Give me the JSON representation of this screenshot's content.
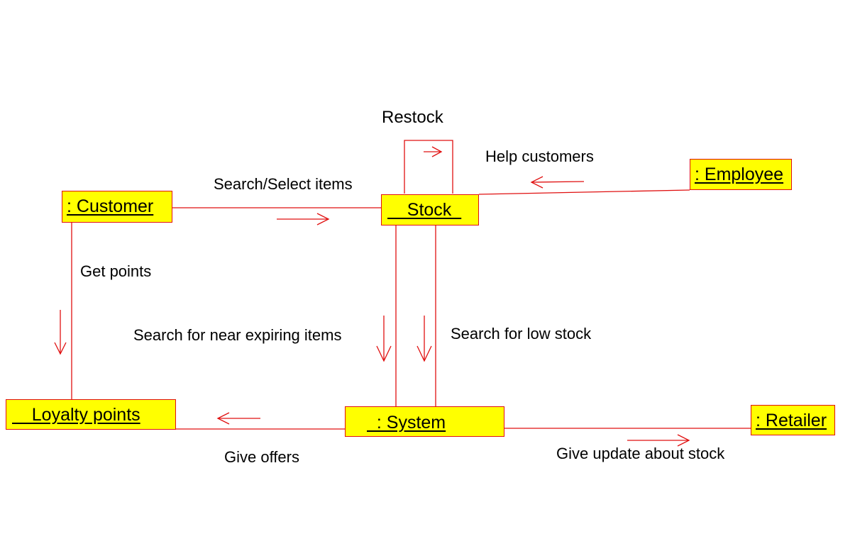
{
  "colors": {
    "line": "#e01010",
    "box_fill": "#ffff00",
    "box_border": "#e01010",
    "text": "#000000"
  },
  "objects": {
    "customer": ": Customer",
    "stock": "    Stock  ",
    "employee": ": Employee",
    "loyalty": "    Loyalty points",
    "system": "  : System",
    "retailer": ": Retailer"
  },
  "messages": {
    "restock": "Restock",
    "help_customers": "Help customers",
    "search_select": "Search/Select items",
    "get_points": "Get points",
    "near_expiring": "Search for near expiring items",
    "low_stock": "Search for low stock",
    "give_offers": "Give offers",
    "give_update": "Give update about stock"
  }
}
